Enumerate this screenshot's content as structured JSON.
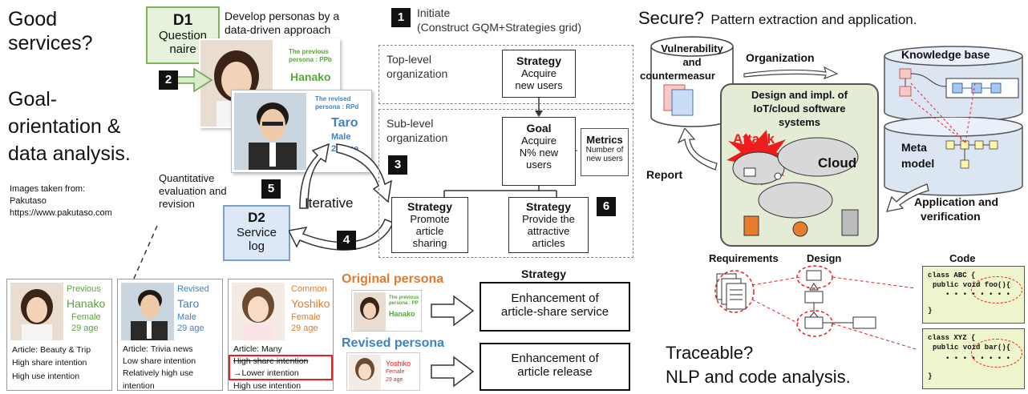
{
  "left_questions": {
    "good_services": [
      "Good",
      "services?"
    ],
    "goal_orientation": [
      "Goal-",
      "orientation &",
      "data analysis."
    ],
    "images_credit": [
      "Images taken from:",
      "Pakutaso",
      "https://www.pakutaso.com"
    ]
  },
  "d1": {
    "title": "D1",
    "lines": [
      "Question",
      "naire"
    ]
  },
  "develop_text": [
    "Develop personas by a",
    "data-driven approach"
  ],
  "previous_persona": {
    "label": [
      "The previous",
      "persona : PPb"
    ],
    "name": "Hanako"
  },
  "revised_persona": {
    "label": [
      "The revised",
      "persona : RPd"
    ],
    "name": "Taro",
    "gender": "Male",
    "age": "29 age"
  },
  "quantitative_text": [
    "Quantitative",
    "evaluation and",
    "revision"
  ],
  "iterative": "Iterative",
  "d2": {
    "title": "D2",
    "lines": [
      "Service",
      "log"
    ]
  },
  "steps": [
    "1",
    "2",
    "3",
    "4",
    "5",
    "6"
  ],
  "initiate": [
    "Initiate",
    "(Construct GQM+Strategies grid)"
  ],
  "top_level": [
    "Top-level",
    "organization"
  ],
  "sub_level": [
    "Sub-level",
    "organization"
  ],
  "strategy_top": {
    "title": "Strategy",
    "lines": [
      "Acquire",
      "new users"
    ]
  },
  "goal": {
    "title": "Goal",
    "lines": [
      "Acquire",
      "N% new",
      "users"
    ]
  },
  "metrics": {
    "title": "Metrics",
    "lines": [
      "Number of",
      "new users"
    ]
  },
  "strategy_promote": {
    "title": "Strategy",
    "lines": [
      "Promote",
      "article",
      "sharing"
    ]
  },
  "strategy_provide": {
    "title": "Strategy",
    "lines": [
      "Provide the",
      "attractive",
      "articles"
    ]
  },
  "persona_cards": [
    {
      "tag": "Previous",
      "tag_color": "#5aa43c",
      "name": "Hanako",
      "gender": "Female",
      "age": "29 age",
      "lines": [
        "Article: Beauty & Trip",
        "High share intention",
        "High use intention"
      ]
    },
    {
      "tag": "Revised",
      "tag_color": "#3d82c4",
      "name": "Taro",
      "gender": "Male",
      "age": "29 age",
      "lines": [
        "Article:  Trivia news",
        "Low share intention",
        "Relatively high use",
        "intention"
      ]
    },
    {
      "tag": "Common",
      "tag_color": "#e07a2c",
      "name": "Yoshiko",
      "gender": "Female",
      "age": "29 age",
      "lines": [
        "Article: Many",
        "High share intention",
        "→Lower intention",
        "High use intention"
      ]
    }
  ],
  "strategy_header": "Strategy",
  "original_persona": {
    "label": "Original persona",
    "mini_label": [
      "The previous",
      "persona : PP"
    ],
    "mini_name": "Hanako",
    "result": [
      "Enhancement of",
      "article-share  service"
    ]
  },
  "revised_persona_box": {
    "label": "Revised persona",
    "mini_name": "Yoshiko",
    "mini_gender": "Female",
    "mini_age": "29 age",
    "result": [
      "Enhancement of",
      "article release"
    ]
  },
  "secure": {
    "title": "Secure?",
    "subtitle": "Pattern extraction and application."
  },
  "vulnerability_db": [
    "Vulnerability",
    "and",
    "countermeasur"
  ],
  "organization": "Organization",
  "knowledge_base": "Knowledge base",
  "meta_model": [
    "Meta",
    "model"
  ],
  "design_box": [
    "Design and impl. of",
    "IoT/cloud software",
    "systems"
  ],
  "attack": "Attack",
  "cloud": "Cloud",
  "report": "Report",
  "application": [
    "Application and",
    "verification"
  ],
  "requirements": "Requirements",
  "design": "Design",
  "code": "Code",
  "code_blocks": [
    {
      "line1": "class ABC {",
      "line2": "public void foo(){",
      "line3": "}"
    },
    {
      "line1": "class XYZ {",
      "line2": "public void bar(){",
      "line3": "}"
    }
  ],
  "traceable": {
    "title": "Traceable?",
    "subtitle": "NLP and code analysis."
  },
  "colors": {
    "green_box": "#e6f2dc",
    "blue_box": "#dde8f6",
    "green_text": "#5aa43c",
    "blue_text": "#3d82c4",
    "orange_text": "#e07a2c",
    "db_fill": "#dce6f3",
    "design_fill": "#e4ecd6",
    "code_fill": "#eef5cc",
    "red": "#ee1c1c"
  }
}
